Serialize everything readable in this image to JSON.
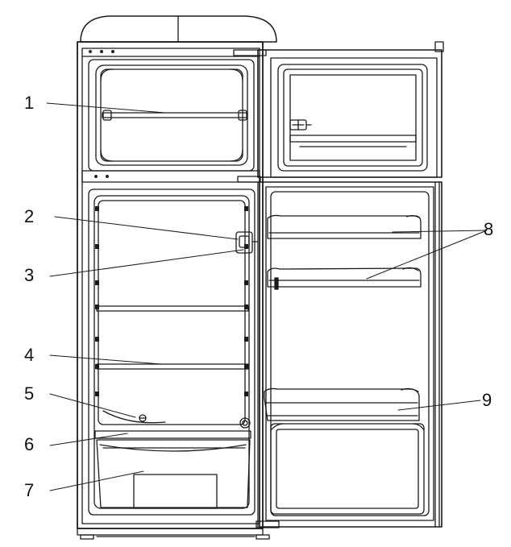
{
  "diagram": {
    "callouts": [
      "1",
      "2",
      "3",
      "4",
      "5",
      "6",
      "7",
      "8",
      "9"
    ]
  },
  "colors": {
    "line": "#1a1a1a",
    "background": "#ffffff"
  }
}
